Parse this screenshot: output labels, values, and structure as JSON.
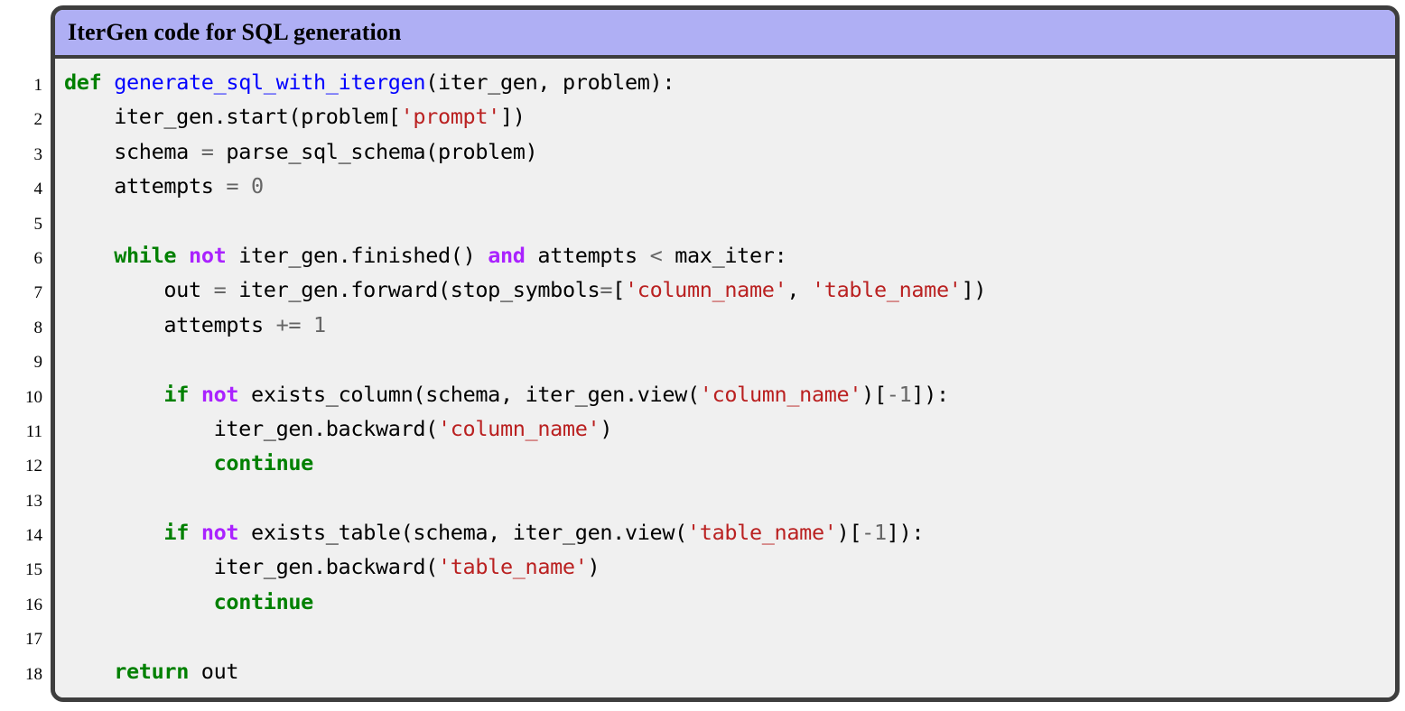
{
  "figure": {
    "title": "IterGen code for SQL generation",
    "language": "python",
    "first_line_number": 1,
    "total_lines": 18
  },
  "colors": {
    "frame_border": "#3e3e3e",
    "title_background": "#afaff4",
    "code_background": "#f0f0f0",
    "keyword": "#008000",
    "word_operator": "#aa22ff",
    "function_name": "#0000ff",
    "string": "#ba2121",
    "number": "#666666",
    "operator": "#666666",
    "plain_text": "#000000",
    "line_number": "#000000"
  },
  "line_numbers": [
    "1",
    "2",
    "3",
    "4",
    "5",
    "6",
    "7",
    "8",
    "9",
    "10",
    "11",
    "12",
    "13",
    "14",
    "15",
    "16",
    "17",
    "18"
  ],
  "code_lines": [
    {
      "number": "1",
      "text": "def generate_sql_with_itergen(iter_gen, problem):",
      "tokens": [
        {
          "t": "def",
          "c": "kw"
        },
        {
          "t": " ",
          "c": "pl"
        },
        {
          "t": "generate_sql_with_itergen",
          "c": "fn"
        },
        {
          "t": "(iter_gen, problem):",
          "c": "pl"
        }
      ]
    },
    {
      "number": "2",
      "text": "    iter_gen.start(problem['prompt'])",
      "tokens": [
        {
          "t": "    iter_gen.start(problem[",
          "c": "pl"
        },
        {
          "t": "'prompt'",
          "c": "str"
        },
        {
          "t": "])",
          "c": "pl"
        }
      ]
    },
    {
      "number": "3",
      "text": "    schema = parse_sql_schema(problem)",
      "tokens": [
        {
          "t": "    schema ",
          "c": "pl"
        },
        {
          "t": "=",
          "c": "sym"
        },
        {
          "t": " parse_sql_schema(problem)",
          "c": "pl"
        }
      ]
    },
    {
      "number": "4",
      "text": "    attempts = 0",
      "tokens": [
        {
          "t": "    attempts ",
          "c": "pl"
        },
        {
          "t": "=",
          "c": "sym"
        },
        {
          "t": " ",
          "c": "pl"
        },
        {
          "t": "0",
          "c": "num"
        }
      ]
    },
    {
      "number": "5",
      "text": "",
      "tokens": []
    },
    {
      "number": "6",
      "text": "    while not iter_gen.finished() and attempts < max_iter:",
      "tokens": [
        {
          "t": "    ",
          "c": "pl"
        },
        {
          "t": "while",
          "c": "kw"
        },
        {
          "t": " ",
          "c": "pl"
        },
        {
          "t": "not",
          "c": "op"
        },
        {
          "t": " iter_gen.finished() ",
          "c": "pl"
        },
        {
          "t": "and",
          "c": "op"
        },
        {
          "t": " attempts ",
          "c": "pl"
        },
        {
          "t": "<",
          "c": "sym"
        },
        {
          "t": " max_iter:",
          "c": "pl"
        }
      ]
    },
    {
      "number": "7",
      "text": "        out = iter_gen.forward(stop_symbols=['column_name', 'table_name'])",
      "tokens": [
        {
          "t": "        out ",
          "c": "pl"
        },
        {
          "t": "=",
          "c": "sym"
        },
        {
          "t": " iter_gen.forward(stop_symbols",
          "c": "pl"
        },
        {
          "t": "=",
          "c": "sym"
        },
        {
          "t": "[",
          "c": "pl"
        },
        {
          "t": "'column_name'",
          "c": "str"
        },
        {
          "t": ", ",
          "c": "pl"
        },
        {
          "t": "'table_name'",
          "c": "str"
        },
        {
          "t": "])",
          "c": "pl"
        }
      ]
    },
    {
      "number": "8",
      "text": "        attempts += 1",
      "tokens": [
        {
          "t": "        attempts ",
          "c": "pl"
        },
        {
          "t": "+=",
          "c": "sym"
        },
        {
          "t": " ",
          "c": "pl"
        },
        {
          "t": "1",
          "c": "num"
        }
      ]
    },
    {
      "number": "9",
      "text": "",
      "tokens": []
    },
    {
      "number": "10",
      "text": "        if not exists_column(schema, iter_gen.view('column_name')[-1]):",
      "tokens": [
        {
          "t": "        ",
          "c": "pl"
        },
        {
          "t": "if",
          "c": "kw"
        },
        {
          "t": " ",
          "c": "pl"
        },
        {
          "t": "not",
          "c": "op"
        },
        {
          "t": " exists_column(schema, iter_gen.view(",
          "c": "pl"
        },
        {
          "t": "'column_name'",
          "c": "str"
        },
        {
          "t": ")[",
          "c": "pl"
        },
        {
          "t": "-",
          "c": "sym"
        },
        {
          "t": "1",
          "c": "num"
        },
        {
          "t": "]):",
          "c": "pl"
        }
      ]
    },
    {
      "number": "11",
      "text": "            iter_gen.backward('column_name')",
      "tokens": [
        {
          "t": "            iter_gen.backward(",
          "c": "pl"
        },
        {
          "t": "'column_name'",
          "c": "str"
        },
        {
          "t": ")",
          "c": "pl"
        }
      ]
    },
    {
      "number": "12",
      "text": "            continue",
      "tokens": [
        {
          "t": "            ",
          "c": "pl"
        },
        {
          "t": "continue",
          "c": "kw"
        }
      ]
    },
    {
      "number": "13",
      "text": "",
      "tokens": []
    },
    {
      "number": "14",
      "text": "        if not exists_table(schema, iter_gen.view('table_name')[-1]):",
      "tokens": [
        {
          "t": "        ",
          "c": "pl"
        },
        {
          "t": "if",
          "c": "kw"
        },
        {
          "t": " ",
          "c": "pl"
        },
        {
          "t": "not",
          "c": "op"
        },
        {
          "t": " exists_table(schema, iter_gen.view(",
          "c": "pl"
        },
        {
          "t": "'table_name'",
          "c": "str"
        },
        {
          "t": ")[",
          "c": "pl"
        },
        {
          "t": "-",
          "c": "sym"
        },
        {
          "t": "1",
          "c": "num"
        },
        {
          "t": "]):",
          "c": "pl"
        }
      ]
    },
    {
      "number": "15",
      "text": "            iter_gen.backward('table_name')",
      "tokens": [
        {
          "t": "            iter_gen.backward(",
          "c": "pl"
        },
        {
          "t": "'table_name'",
          "c": "str"
        },
        {
          "t": ")",
          "c": "pl"
        }
      ]
    },
    {
      "number": "16",
      "text": "            continue",
      "tokens": [
        {
          "t": "            ",
          "c": "pl"
        },
        {
          "t": "continue",
          "c": "kw"
        }
      ]
    },
    {
      "number": "17",
      "text": "",
      "tokens": []
    },
    {
      "number": "18",
      "text": "    return out",
      "tokens": [
        {
          "t": "    ",
          "c": "pl"
        },
        {
          "t": "return",
          "c": "kw"
        },
        {
          "t": " out",
          "c": "pl"
        }
      ]
    }
  ]
}
